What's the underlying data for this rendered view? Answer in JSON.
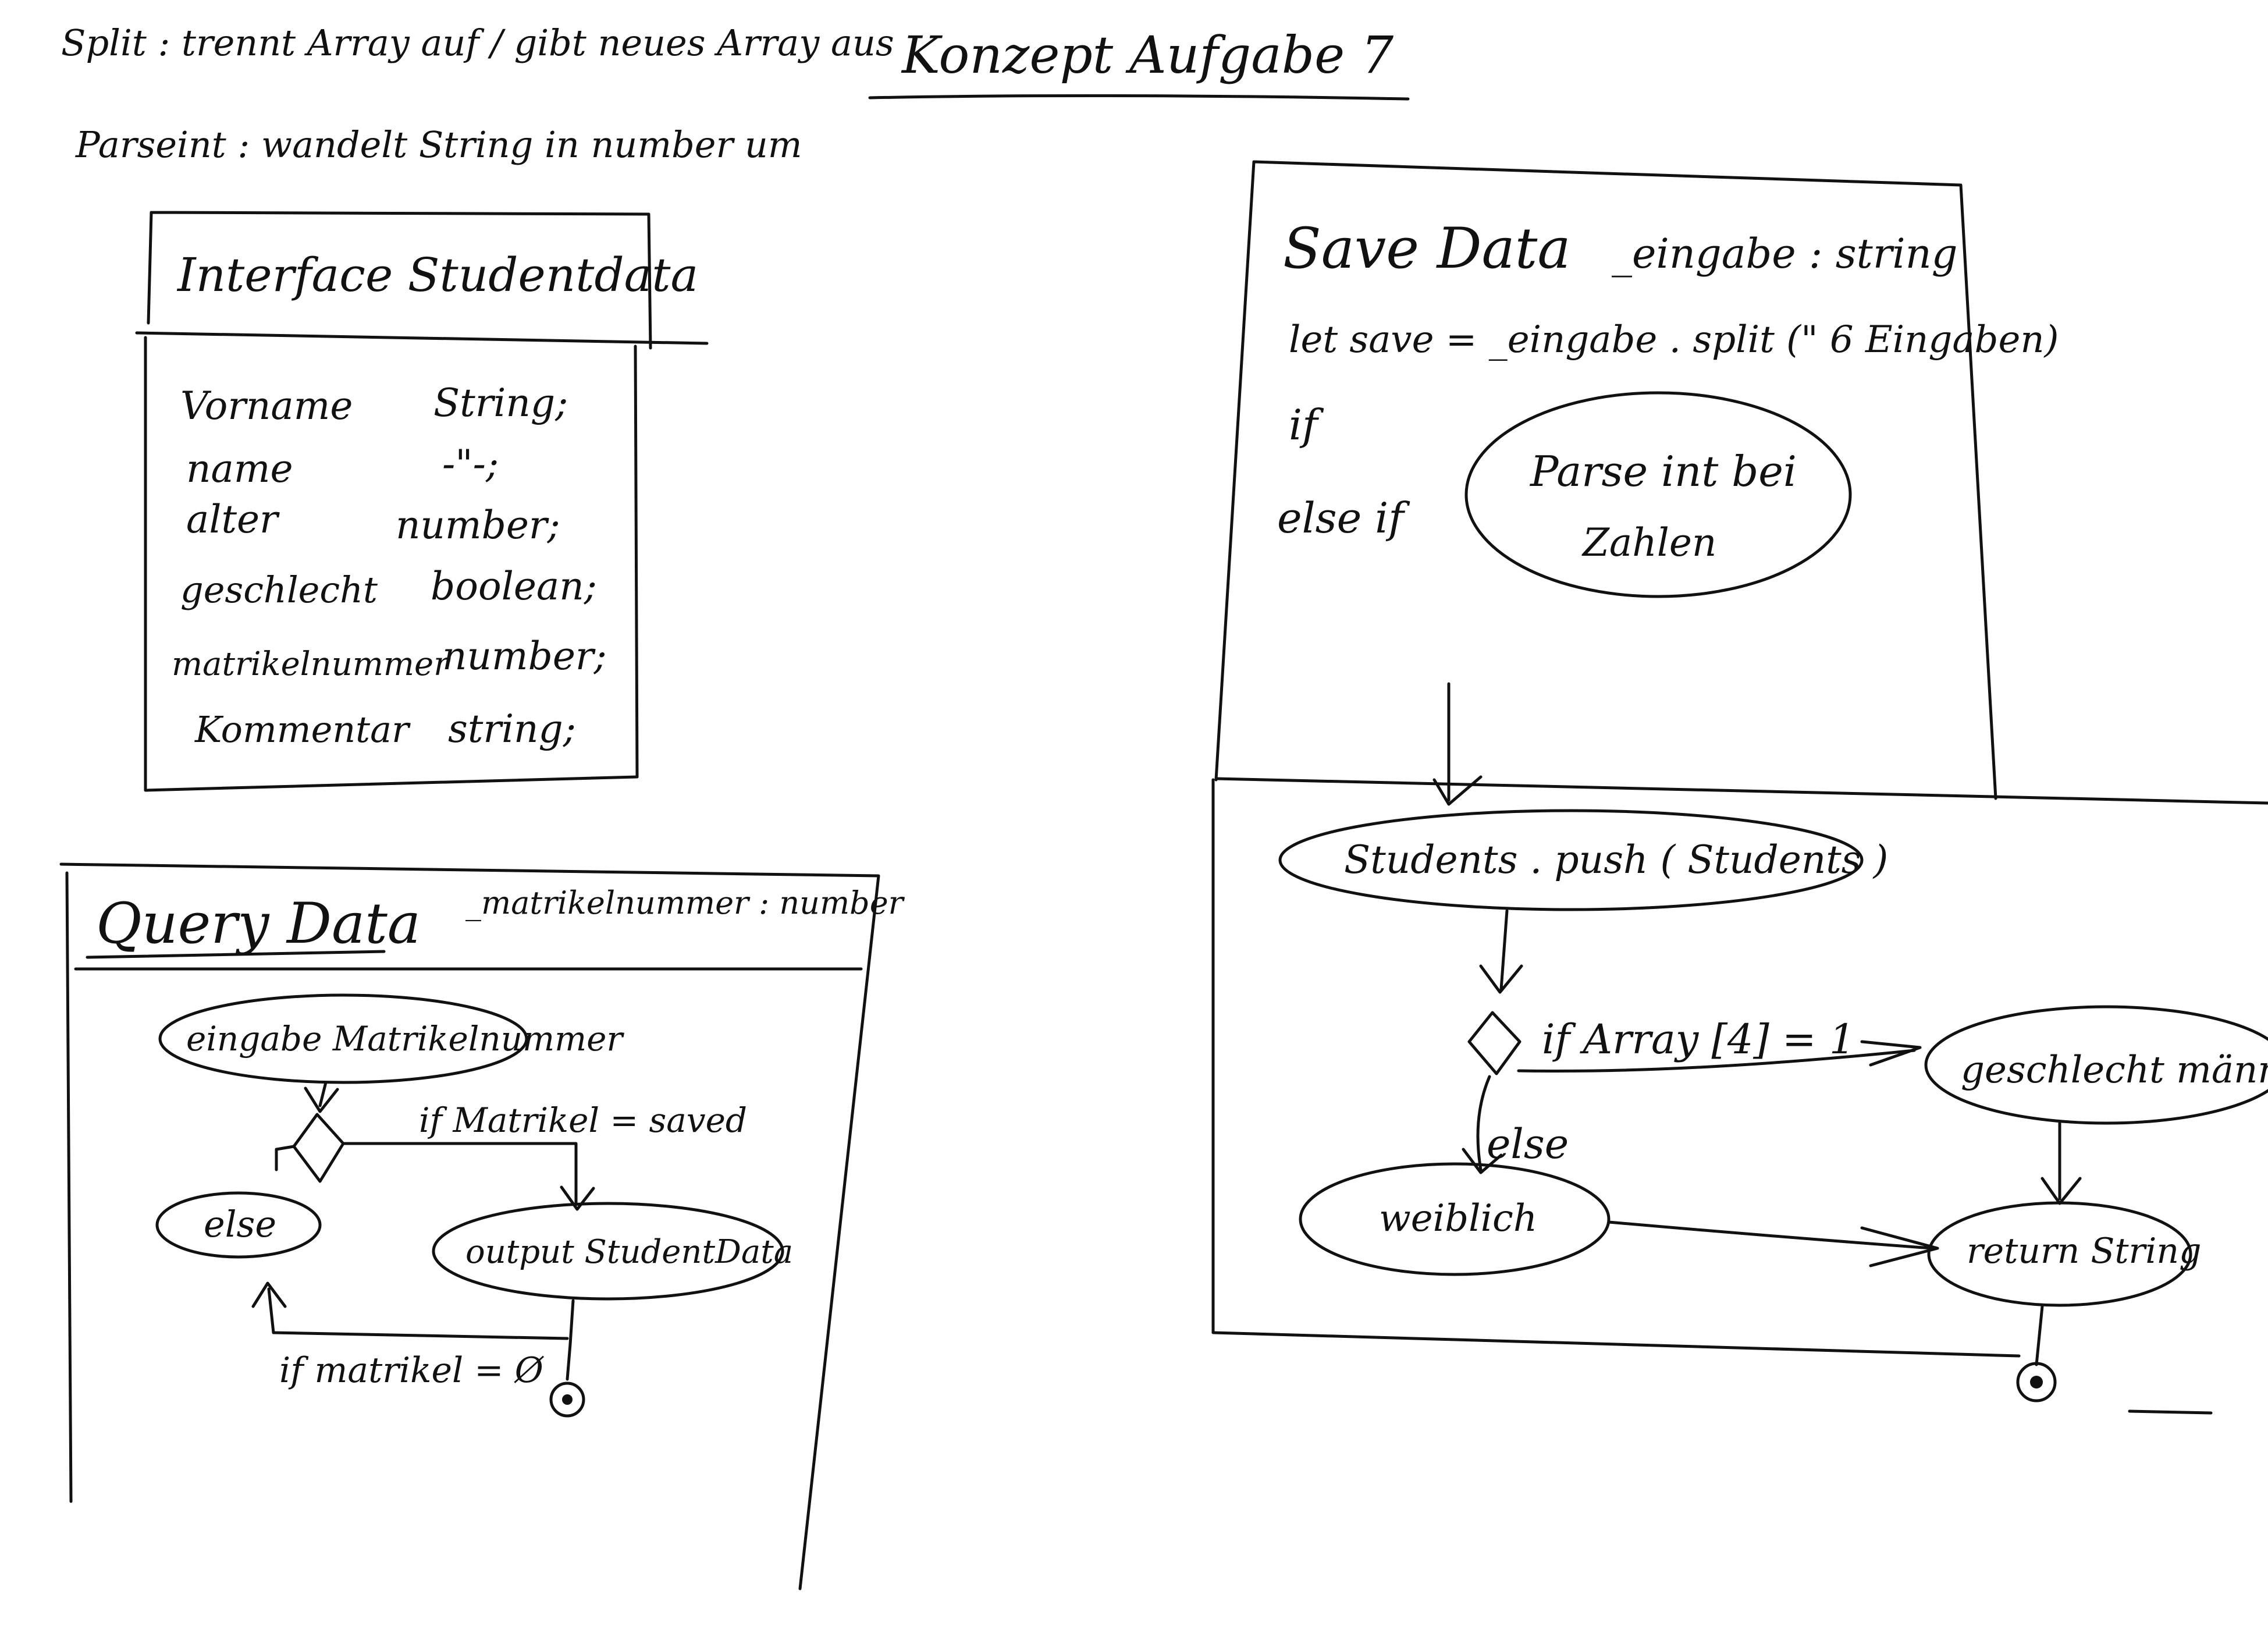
{
  "header": {
    "split_note": "Split : trennt Array auf / gibt neues Array aus",
    "title": "Konzept Aufgabe 7",
    "parseint_note": "Parseint : wandelt String in number um"
  },
  "interface_box": {
    "title": "Interface Studentdata",
    "fields": [
      {
        "name": "Vorname",
        "type": "String;"
      },
      {
        "name": "name",
        "type": "-\"-;"
      },
      {
        "name": "alter",
        "type": "number;"
      },
      {
        "name": "geschlecht",
        "type": "boolean;"
      },
      {
        "name": "matrikelnummer",
        "type": "number;"
      },
      {
        "name": "Kommentar",
        "type": "string;"
      }
    ]
  },
  "save_data": {
    "title": "Save Data",
    "param": "_eingabe : string",
    "line_let": "let save = _eingabe . split (\" 6 Eingaben)",
    "line_if": "if",
    "line_else_if": "else if",
    "bubble_parse": [
      "Parse int bei",
      "Zahlen"
    ],
    "node_push": "Students . push ( Students )",
    "decision": "if Array [4] = 1",
    "node_male": "geschlecht männlich",
    "label_else": "else",
    "node_female": "weiblich",
    "node_return": "return String"
  },
  "query_data": {
    "title": "Query Data",
    "param": "_matrikelnummer : number",
    "node_input": "eingabe Matrikelnummer",
    "label_if_saved": "if Matrikel = saved",
    "node_else": "else",
    "node_output": "output StudentData",
    "label_if_empty": "if matrikel = Ø"
  }
}
